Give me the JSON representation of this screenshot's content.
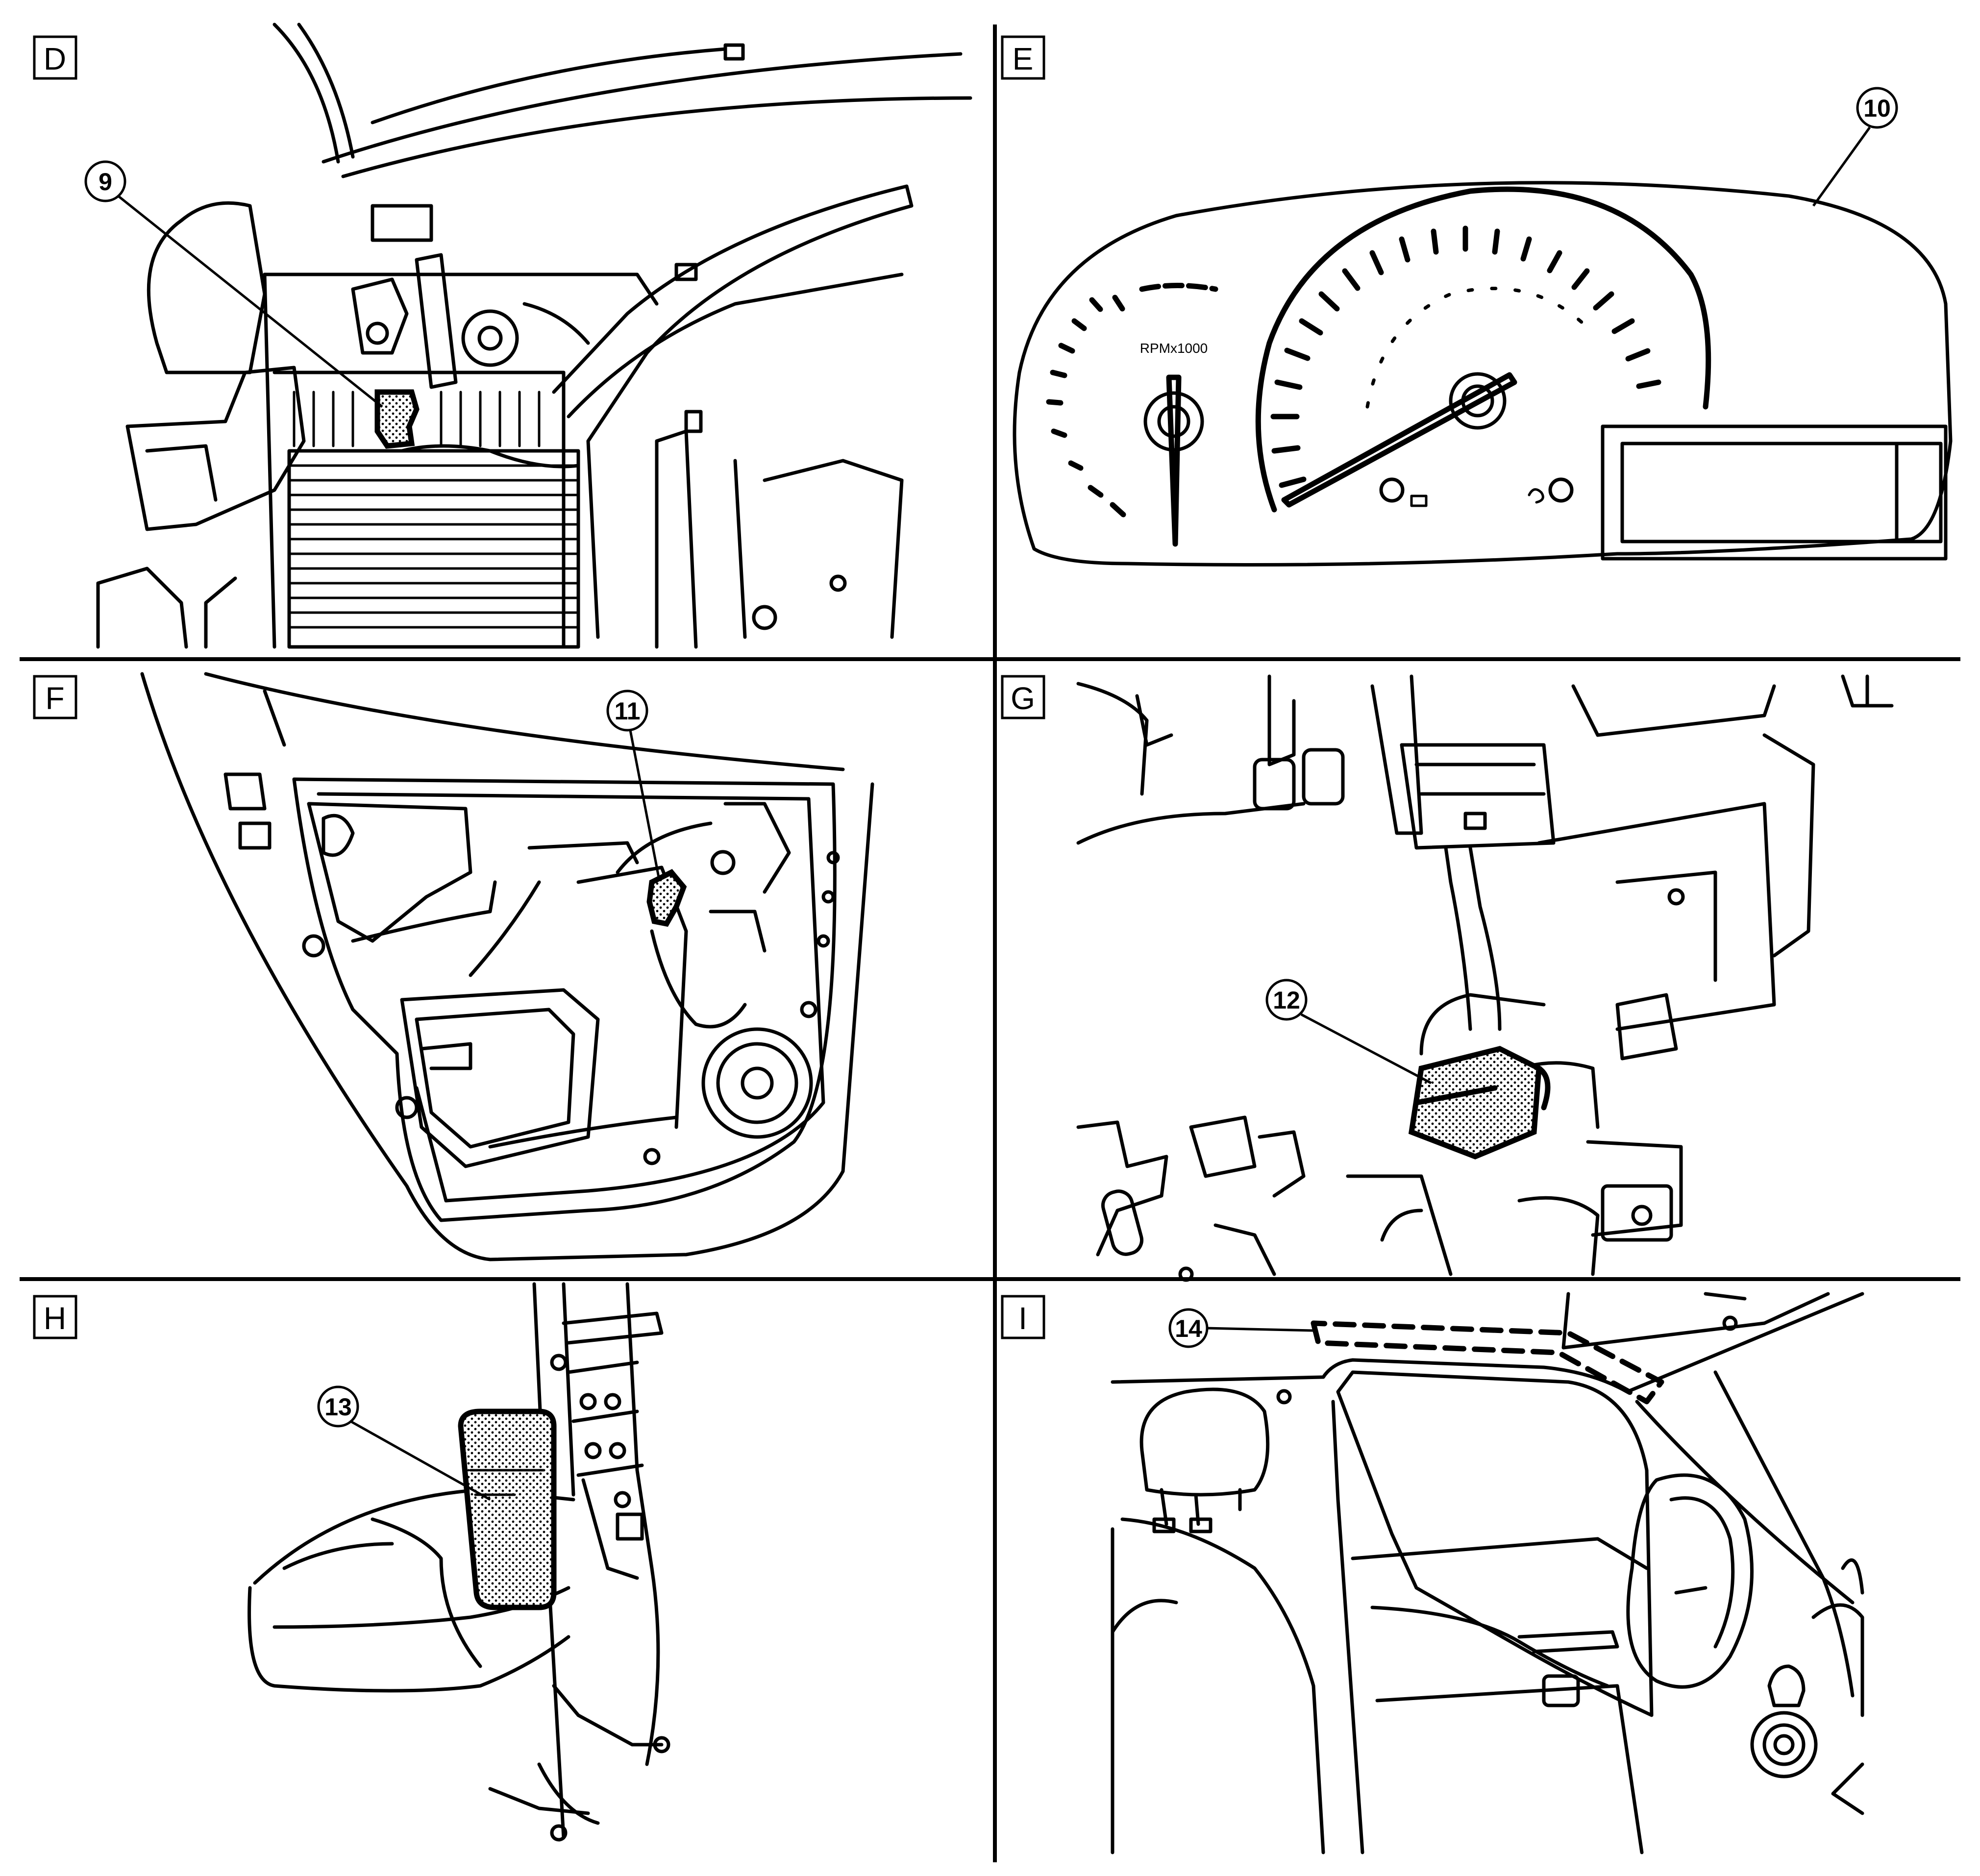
{
  "panels": [
    {
      "id": "D",
      "label": "D"
    },
    {
      "id": "E",
      "label": "E"
    },
    {
      "id": "F",
      "label": "F"
    },
    {
      "id": "G",
      "label": "G"
    },
    {
      "id": "H",
      "label": "H"
    },
    {
      "id": "I",
      "label": "I"
    }
  ],
  "callouts": [
    {
      "panel": "D",
      "number": "9"
    },
    {
      "panel": "E",
      "number": "10"
    },
    {
      "panel": "F",
      "number": "11"
    },
    {
      "panel": "G",
      "number": "12"
    },
    {
      "panel": "H",
      "number": "13"
    },
    {
      "panel": "I",
      "number": "14"
    }
  ],
  "gauge_label": "RPMx1000"
}
